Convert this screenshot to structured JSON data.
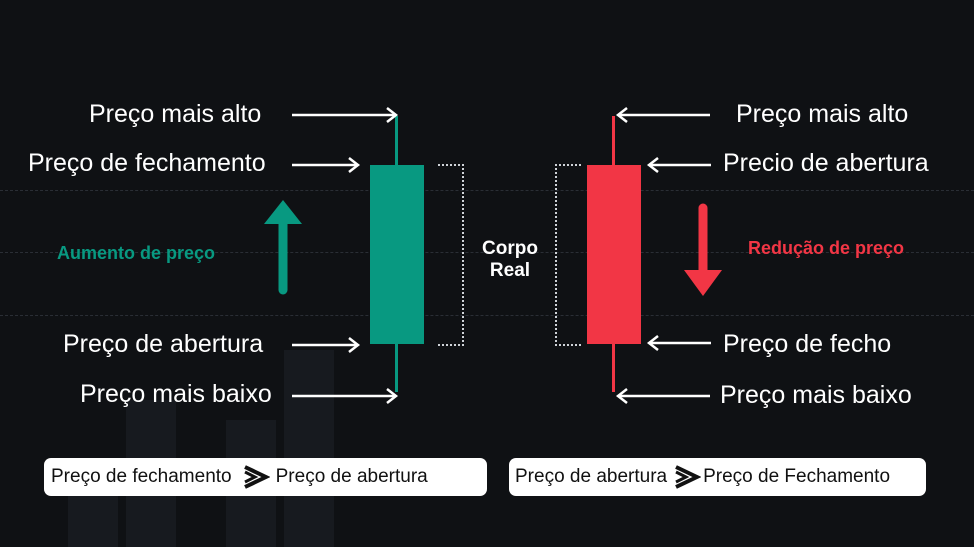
{
  "colors": {
    "background": "#0f1114",
    "bullish": "#089981",
    "bearish": "#f23645",
    "text": "#ffffff",
    "pill_bg": "#ffffff"
  },
  "bullish": {
    "high_label": "Preço mais alto",
    "close_label": "Preço de fechamento",
    "open_label": "Preço de abertura",
    "low_label": "Preço mais baixo",
    "trend_label": "Aumento de preço",
    "trend_icon": "arrow-up-icon"
  },
  "body_label": {
    "line1": "Corpo",
    "line2": "Real"
  },
  "bearish": {
    "high_label": "Preço mais alto",
    "open_label": "Precio de abertura",
    "close_label": "Preço de fecho",
    "low_label": "Preço mais baixo",
    "trend_label": "Redução de preço",
    "trend_icon": "arrow-down-icon"
  },
  "formula_left": {
    "a": "Preço de fechamento",
    "b": "Preço de abertura",
    "icon": "greater-than-icon"
  },
  "formula_right": {
    "a": "Preço de abertura",
    "b": "Preço de Fechamento",
    "icon": "greater-than-icon"
  }
}
